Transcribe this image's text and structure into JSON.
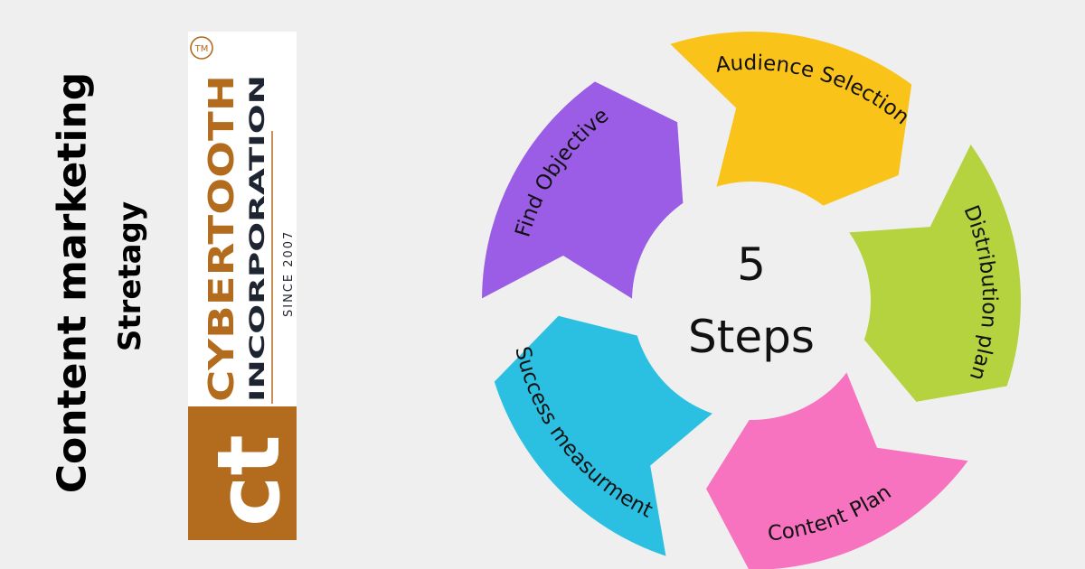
{
  "heading": {
    "title": "Content marketing",
    "subtitle": "Stretagy"
  },
  "logo": {
    "brand_name": "CYBERTOOTH",
    "brand_sub": "INCORPORATION",
    "since": "SINCE 2007",
    "trademark": "TM",
    "monogram": "ct",
    "colors": {
      "brand": "#b36b1d",
      "text": "#1e2430"
    }
  },
  "center": {
    "number": "5",
    "label": "Steps"
  },
  "steps": [
    {
      "label": "Find Objective",
      "color": "#9b5de5"
    },
    {
      "label": "Audience Selection",
      "color": "#f9c31a"
    },
    {
      "label": "Distribution plan",
      "color": "#b5d23f"
    },
    {
      "label": "Content Plan",
      "color": "#f772bf"
    },
    {
      "label": "Success measurment",
      "color": "#2bc0e1"
    }
  ]
}
